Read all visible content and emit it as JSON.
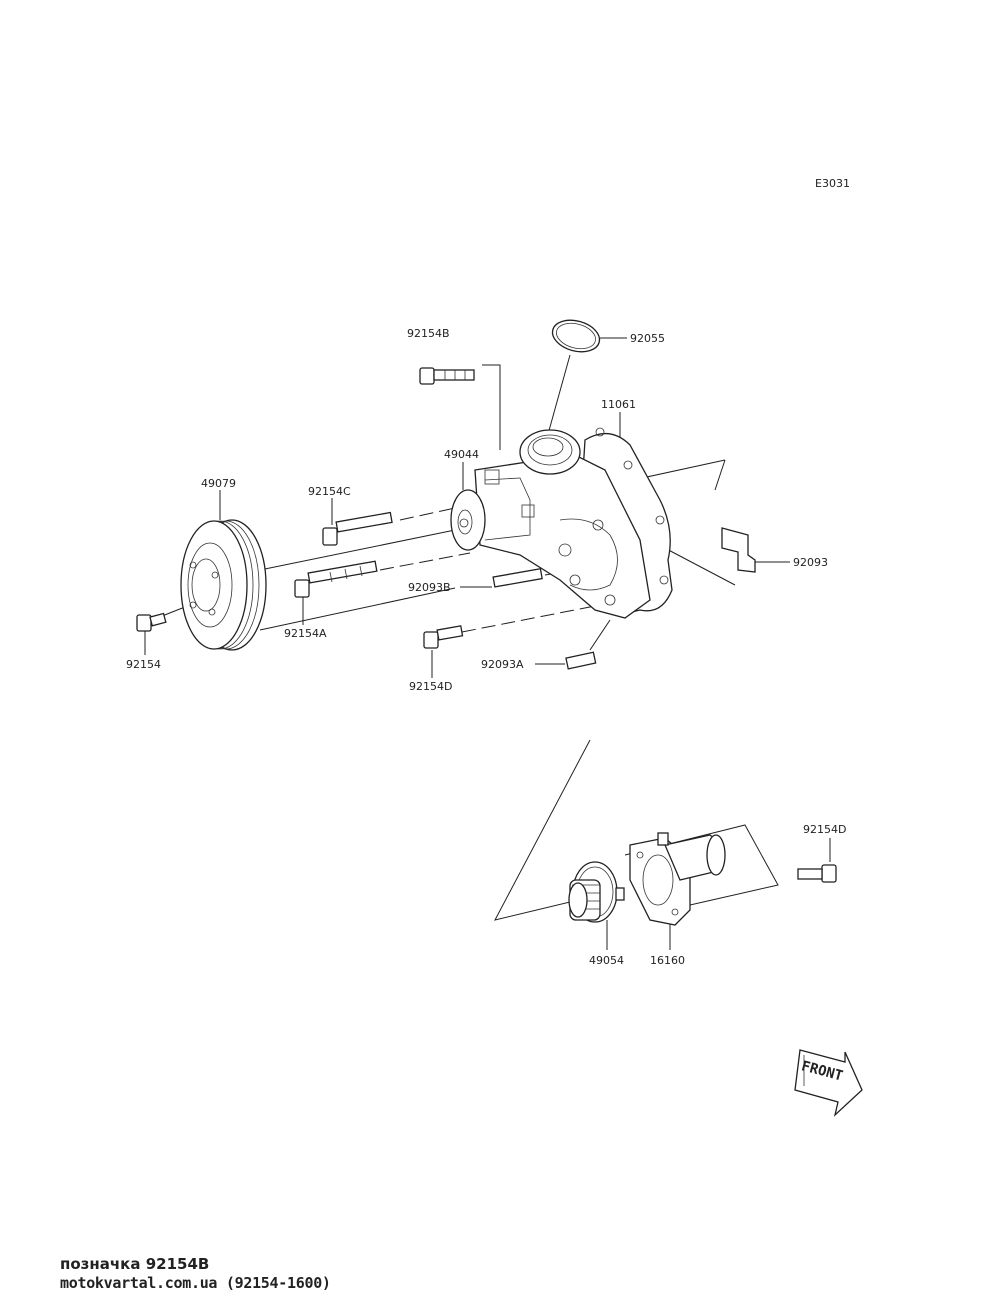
{
  "diagram_code": "E3031",
  "labels": {
    "p92154B": "92154B",
    "p92055": "92055",
    "p11061": "11061",
    "p49044": "49044",
    "p49079": "49079",
    "p92154C": "92154C",
    "p92093": "92093",
    "p92093B": "92093B",
    "p92154A": "92154A",
    "p92154": "92154",
    "p92093A": "92093A",
    "p92154D_top": "92154D",
    "p92154D_bottom": "92154D",
    "p49054": "49054",
    "p16160": "16160"
  },
  "front_arrow": "FRONT",
  "caption_line1": "позначка 92154B",
  "caption_line2": "motokvartal.com.ua (92154-1600)"
}
